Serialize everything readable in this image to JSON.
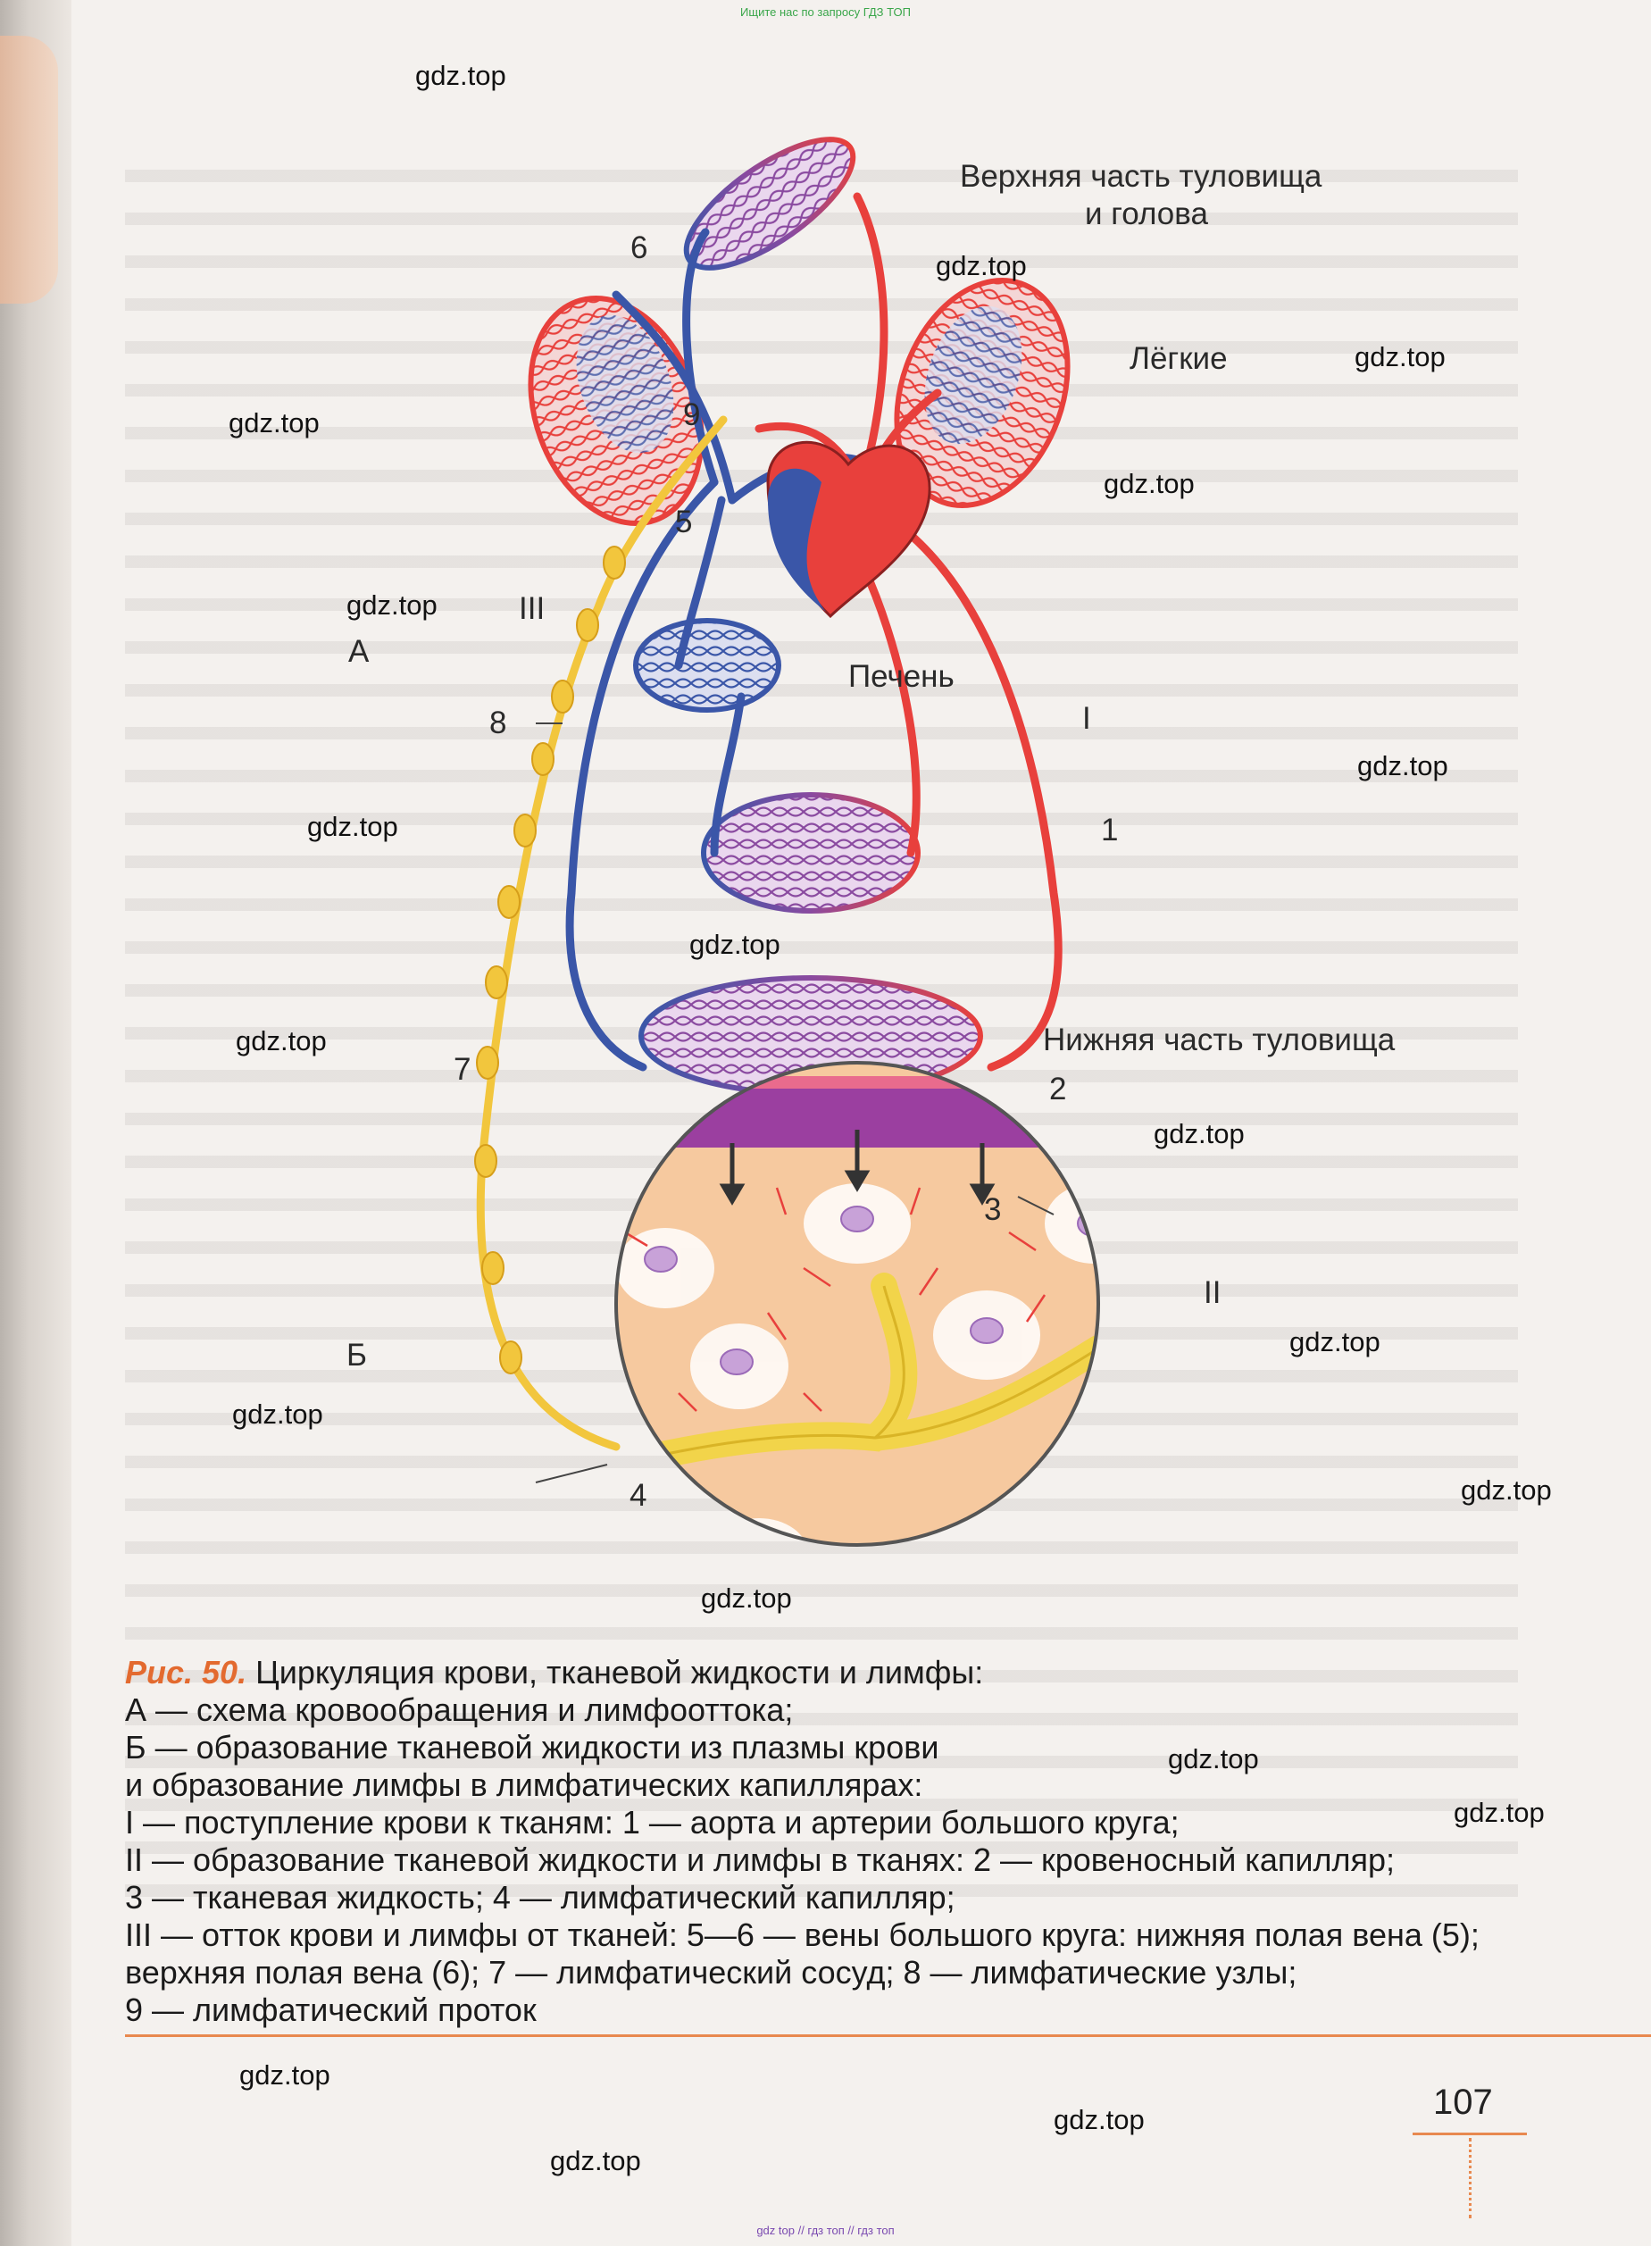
{
  "header_note": "Ищите нас по запросу ГДЗ ТОП",
  "footer_note": "gdz top // гдз топ // гдз топ",
  "watermark": "gdz.top",
  "diagram": {
    "label_upper": "Верхняя часть туловища",
    "label_upper2": "и голова",
    "label_lungs": "Лёгкие",
    "label_liver": "Печень",
    "label_lower": "Нижняя часть туловища",
    "n1": "1",
    "n2": "2",
    "n3": "3",
    "n4": "4",
    "n5": "5",
    "n6": "6",
    "n7": "7",
    "n8": "8",
    "n9": "9",
    "rI": "I",
    "rII": "II",
    "rIII": "III",
    "lA": "А",
    "lB": "Б"
  },
  "caption": {
    "fig": "Рис. 50.",
    "title": " Циркуляция крови, тканевой жидкости и лимфы:",
    "line1": "А — схема кровообращения и лимфооттока;",
    "line2": "Б — образование тканевой жидкости из плазмы крови",
    "line3": "и образование лимфы в лимфатических капиллярах:",
    "line4": "I — поступление крови к тканям: 1 — аорта и артерии большого круга;",
    "line5": "II — образование тканевой жидкости и лимфы в тканях: 2 — кровеносный капилляр;",
    "line6": "3 — тканевая жидкость; 4 — лимфатический капилляр;",
    "line7": "III — отток крови и лимфы от тканей: 5—6 — вены большого круга: нижняя полая вена (5);",
    "line8": "верхняя полая вена (6);  7 — лимфатический сосуд; 8 — лимфатические узлы;",
    "line9": "9 — лимфатический проток"
  },
  "page_number": "107",
  "colors": {
    "artery": "#e8403c",
    "vein": "#3a56a8",
    "lymph": "#f2c63d",
    "capillary_mix": "#8a4aa0",
    "tissue": "#f6c99f",
    "accent": "#e36a2f"
  }
}
